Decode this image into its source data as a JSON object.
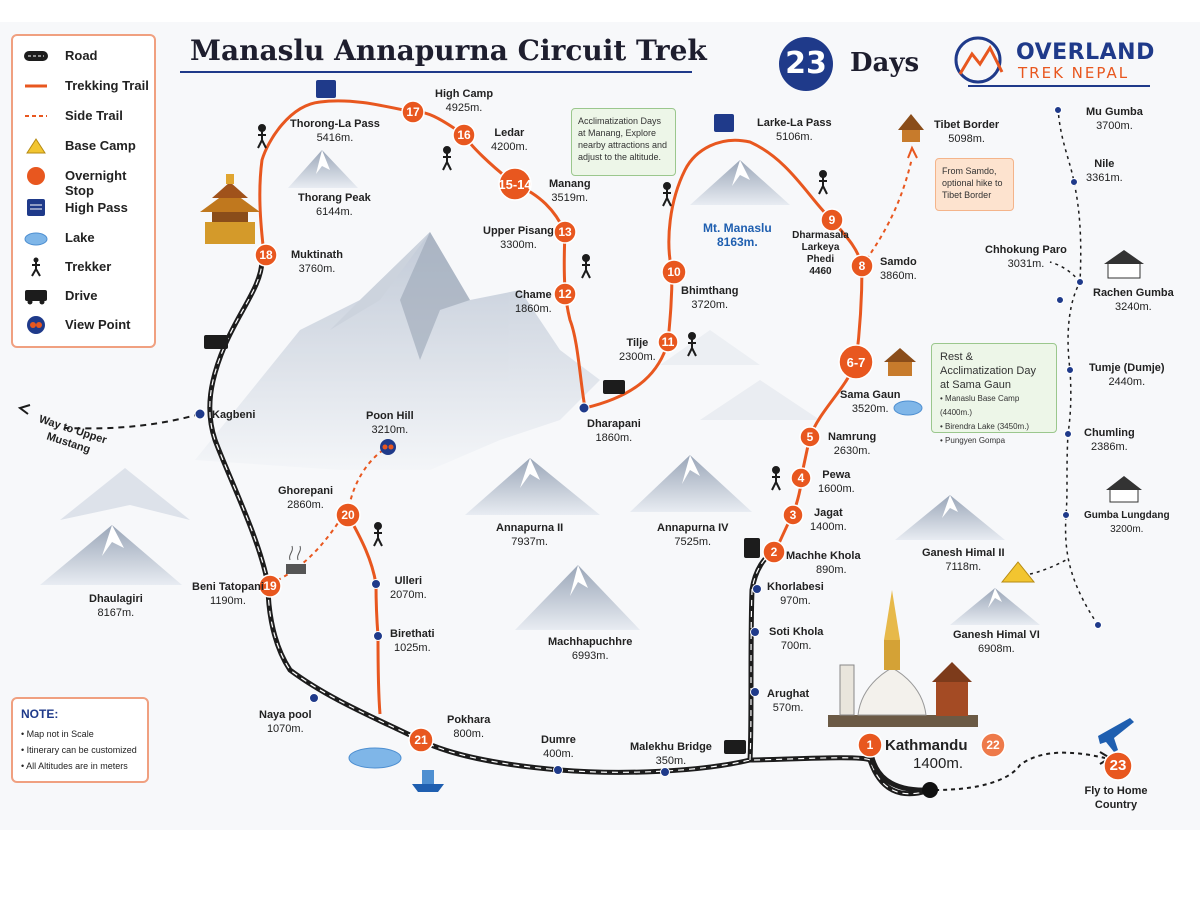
{
  "header": {
    "title": "Manaslu Annapurna Circuit Trek",
    "days_number": "23",
    "days_label": "Days",
    "brand_line1": "OVERLAND",
    "brand_line2": "TREK NEPAL"
  },
  "legend": {
    "items": [
      {
        "label": "Road",
        "icon": "road-icon"
      },
      {
        "label": "Trekking Trail",
        "icon": "trekking-trail-icon"
      },
      {
        "label": "Side Trail",
        "icon": "side-trail-icon"
      },
      {
        "label": "Base Camp",
        "icon": "tent-icon"
      },
      {
        "label": "Overnight Stop",
        "icon": "overnight-stop-icon"
      },
      {
        "label": "High Pass",
        "icon": "pass-sign-icon"
      },
      {
        "label": "Lake",
        "icon": "lake-icon"
      },
      {
        "label": "Trekker",
        "icon": "trekker-icon"
      },
      {
        "label": "Drive",
        "icon": "vehicle-icon"
      },
      {
        "label": "View Point",
        "icon": "binoculars-icon"
      }
    ]
  },
  "note": {
    "title": "NOTE:",
    "items": [
      "Map not in Scale",
      "Itinerary can be customized",
      "All Altitudes are in meters"
    ]
  },
  "boxes": {
    "manang": "Acclimatization Days at Manang, Explore nearby attractions and adjust to the altitude.",
    "samdo": "From Samdo, optional hike to Tibet Border",
    "sama_title": "Rest & Acclimatization Day at Sama Gaun",
    "sama_items": [
      "Manaslu Base Camp (4400m.)",
      "Birendra Lake (3450m.)",
      "Pungyen Gompa"
    ]
  },
  "stops": [
    {
      "num": "1",
      "name": "Kathmandu",
      "alt": "1400m."
    },
    {
      "num": "2",
      "name": "Machhe Khola",
      "alt": "890m."
    },
    {
      "num": "3",
      "name": "Jagat",
      "alt": "1400m."
    },
    {
      "num": "4",
      "name": "Pewa",
      "alt": "1600m."
    },
    {
      "num": "5",
      "name": "Namrung",
      "alt": "2630m."
    },
    {
      "num": "6-7",
      "name": "Sama Gaun",
      "alt": "3520m."
    },
    {
      "num": "8",
      "name": "Samdo",
      "alt": "3860m."
    },
    {
      "num": "9",
      "name": "Dharmasala Larkeya Phedi",
      "alt": "4460"
    },
    {
      "num": "10",
      "name": "Bhimthang",
      "alt": "3720m."
    },
    {
      "num": "11",
      "name": "Tilje",
      "alt": "2300m."
    },
    {
      "num": "12",
      "name": "Chame",
      "alt": "1860m."
    },
    {
      "num": "13",
      "name": "Upper Pisang",
      "alt": "3300m."
    },
    {
      "num": "15-14",
      "name": "Manang",
      "alt": "3519m."
    },
    {
      "num": "16",
      "name": "Ledar",
      "alt": "4200m."
    },
    {
      "num": "17",
      "name": "High Camp",
      "alt": "4925m."
    },
    {
      "num": "18",
      "name": "Muktinath",
      "alt": "3760m."
    },
    {
      "num": "19",
      "name": "Beni Tatopani",
      "alt": "1190m."
    },
    {
      "num": "20",
      "name": "Ghorepani",
      "alt": "2860m."
    },
    {
      "num": "21",
      "name": "Pokhara",
      "alt": "800m."
    },
    {
      "num": "22",
      "name": "",
      "alt": ""
    },
    {
      "num": "23",
      "name": "Fly to Home Country",
      "alt": ""
    }
  ],
  "places": [
    {
      "name": "Dharapani",
      "alt": "1860m."
    },
    {
      "name": "Khorlabesi",
      "alt": "970m."
    },
    {
      "name": "Soti Khola",
      "alt": "700m."
    },
    {
      "name": "Arughat",
      "alt": "570m."
    },
    {
      "name": "Malekhu Bridge",
      "alt": "350m."
    },
    {
      "name": "Dumre",
      "alt": "400m."
    },
    {
      "name": "Naya pool",
      "alt": "1070m."
    },
    {
      "name": "Birethati",
      "alt": "1025m."
    },
    {
      "name": "Ulleri",
      "alt": "2070m."
    },
    {
      "name": "Poon Hill",
      "alt": "3210m."
    },
    {
      "name": "Kagbeni",
      "alt": ""
    },
    {
      "name": "Thorong-La Pass",
      "alt": "5416m."
    },
    {
      "name": "Larke-La Pass",
      "alt": "5106m."
    },
    {
      "name": "Tibet Border",
      "alt": "5098m."
    },
    {
      "name": "Mu Gumba",
      "alt": "3700m."
    },
    {
      "name": "Nile",
      "alt": "3361m."
    },
    {
      "name": "Chhokung Paro",
      "alt": "3031m."
    },
    {
      "name": "Rachen Gumba",
      "alt": "3240m."
    },
    {
      "name": "Tumje (Dumje)",
      "alt": "2440m."
    },
    {
      "name": "Chumling",
      "alt": "2386m."
    },
    {
      "name": "Gumba Lungdang",
      "alt": "3200m."
    },
    {
      "name": "Way to Upper Mustang",
      "alt": ""
    }
  ],
  "peaks": [
    {
      "name": "Thorang Peak",
      "alt": "6144m."
    },
    {
      "name": "Mt. Manaslu",
      "alt": "8163m."
    },
    {
      "name": "Annapurna II",
      "alt": "7937m."
    },
    {
      "name": "Annapurna IV",
      "alt": "7525m."
    },
    {
      "name": "Machhapuchhre",
      "alt": "6993m."
    },
    {
      "name": "Dhaulagiri",
      "alt": "8167m."
    },
    {
      "name": "Ganesh Himal II",
      "alt": "7118m."
    },
    {
      "name": "Ganesh Himal VI",
      "alt": "6908m."
    }
  ],
  "colors": {
    "trail": "#e8571f",
    "road": "#1c1c1c",
    "navy": "#1f3a8a",
    "green_box": "#edf6e8",
    "peach_box": "#fde3cf"
  }
}
